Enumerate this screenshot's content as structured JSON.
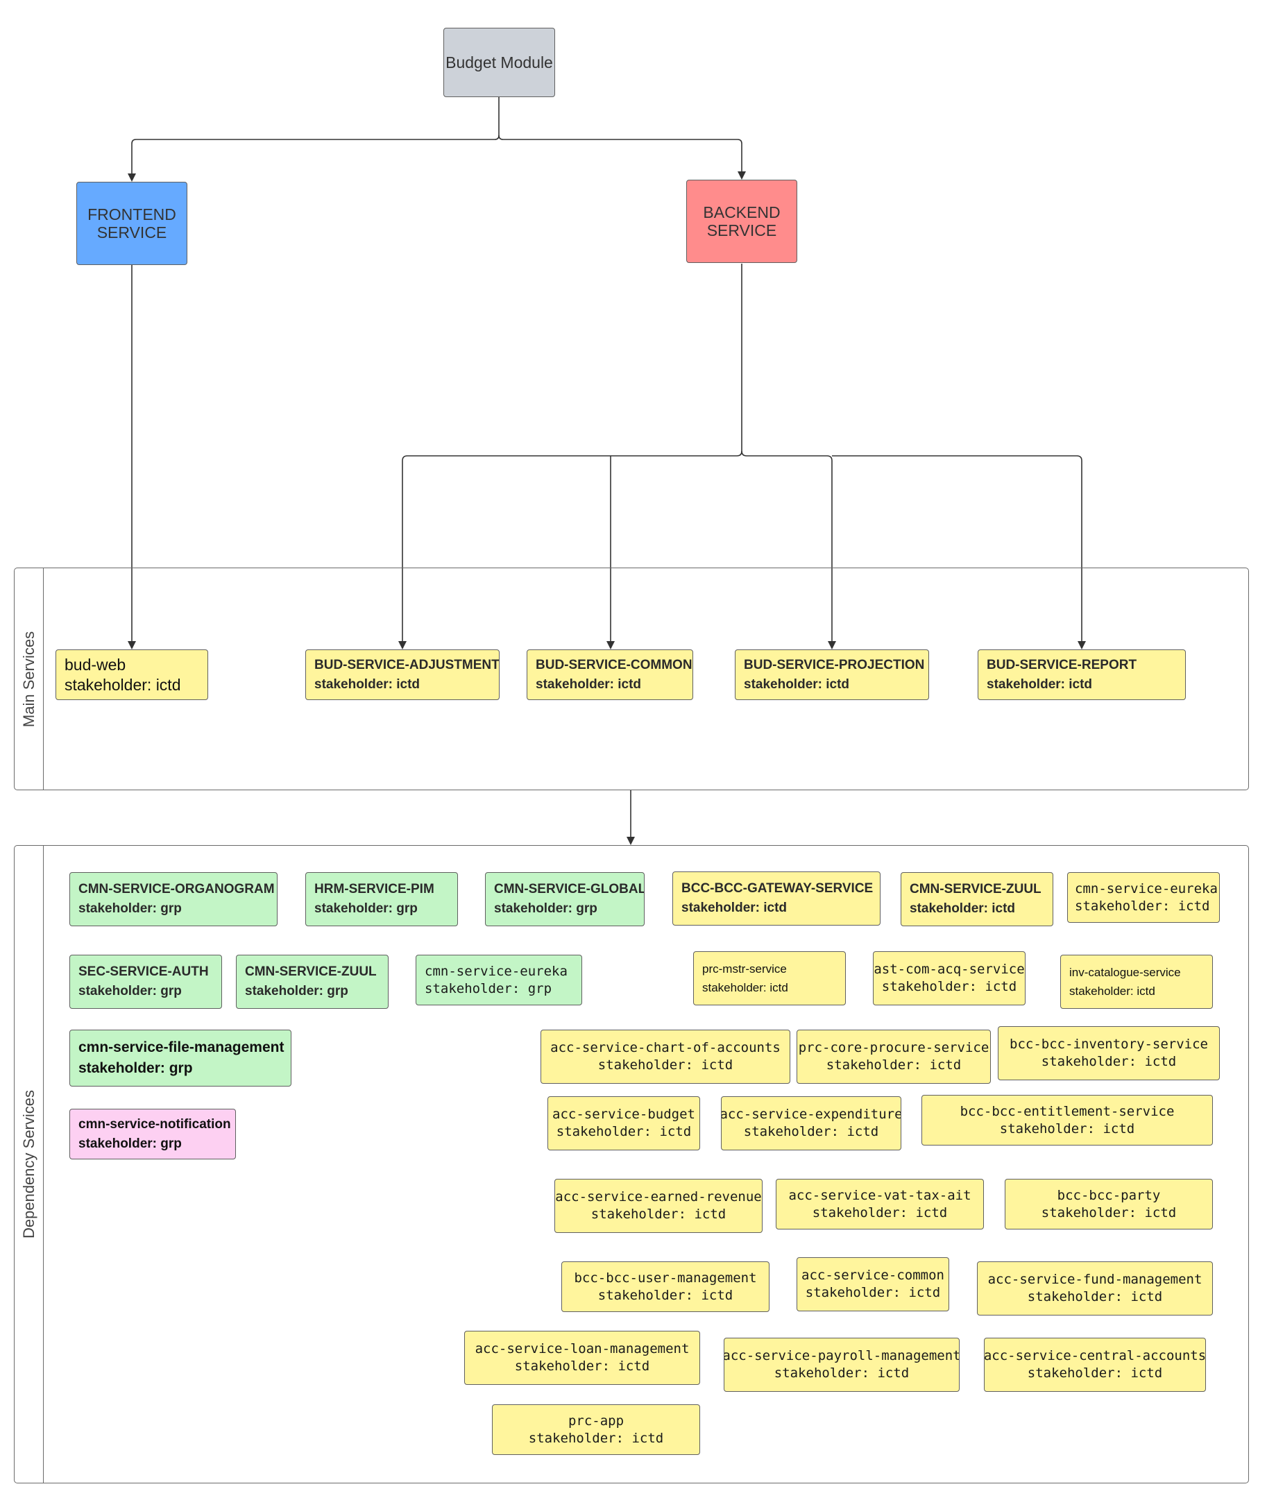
{
  "root": {
    "label": "Budget Module"
  },
  "frontend": {
    "label": "FRONTEND\nSERVICE"
  },
  "backend": {
    "label": "BACKEND\nSERVICE"
  },
  "lanes": {
    "main": "Main Services",
    "dependency": "Dependency Services"
  },
  "main_services": [
    {
      "name": "bud-web",
      "stakeholder": "stakeholder: ictd"
    },
    {
      "name": "BUD-SERVICE-ADJUSTMENT",
      "stakeholder": "stakeholder: ictd"
    },
    {
      "name": "BUD-SERVICE-COMMON",
      "stakeholder": "stakeholder: ictd"
    },
    {
      "name": "BUD-SERVICE-PROJECTION",
      "stakeholder": "stakeholder: ictd"
    },
    {
      "name": "BUD-SERVICE-REPORT",
      "stakeholder": "stakeholder: ictd"
    }
  ],
  "dependency_services": [
    {
      "name": "CMN-SERVICE-ORGANOGRAM",
      "stakeholder": "stakeholder: grp"
    },
    {
      "name": "HRM-SERVICE-PIM",
      "stakeholder": "stakeholder: grp"
    },
    {
      "name": "CMN-SERVICE-GLOBAL",
      "stakeholder": "stakeholder: grp"
    },
    {
      "name": "BCC-BCC-GATEWAY-SERVICE",
      "stakeholder": "stakeholder: ictd"
    },
    {
      "name": "CMN-SERVICE-ZUUL",
      "stakeholder": "stakeholder: ictd"
    },
    {
      "name": "cmn-service-eureka",
      "stakeholder": "stakeholder: ictd"
    },
    {
      "name": "SEC-SERVICE-AUTH",
      "stakeholder": "stakeholder: grp"
    },
    {
      "name": "CMN-SERVICE-ZUUL",
      "stakeholder": "stakeholder: grp"
    },
    {
      "name": "cmn-service-eureka",
      "stakeholder": "stakeholder: grp"
    },
    {
      "name": "prc-mstr-service",
      "stakeholder": "stakeholder: ictd"
    },
    {
      "name": "ast-com-acq-service",
      "stakeholder": "stakeholder: ictd"
    },
    {
      "name": "inv-catalogue-service",
      "stakeholder": "stakeholder: ictd"
    },
    {
      "name": "cmn-service-file-management",
      "stakeholder": "stakeholder: grp"
    },
    {
      "name": "acc-service-chart-of-accounts",
      "stakeholder": "stakeholder: ictd"
    },
    {
      "name": "prc-core-procure-service",
      "stakeholder": "stakeholder: ictd"
    },
    {
      "name": "bcc-bcc-inventory-service",
      "stakeholder": "stakeholder: ictd"
    },
    {
      "name": "cmn-service-notification",
      "stakeholder": "stakeholder: grp"
    },
    {
      "name": "acc-service-budget",
      "stakeholder": "stakeholder: ictd"
    },
    {
      "name": "acc-service-expenditure",
      "stakeholder": "stakeholder: ictd"
    },
    {
      "name": "bcc-bcc-entitlement-service",
      "stakeholder": "stakeholder: ictd"
    },
    {
      "name": "acc-service-earned-revenue",
      "stakeholder": "stakeholder: ictd"
    },
    {
      "name": "acc-service-vat-tax-ait",
      "stakeholder": "stakeholder: ictd"
    },
    {
      "name": "bcc-bcc-party",
      "stakeholder": "stakeholder: ictd"
    },
    {
      "name": "bcc-bcc-user-management",
      "stakeholder": "stakeholder: ictd"
    },
    {
      "name": "acc-service-common",
      "stakeholder": "stakeholder: ictd"
    },
    {
      "name": "acc-service-fund-management",
      "stakeholder": "stakeholder: ictd"
    },
    {
      "name": "acc-service-loan-management",
      "stakeholder": "stakeholder: ictd"
    },
    {
      "name": "acc-service-payroll-management",
      "stakeholder": "stakeholder: ictd"
    },
    {
      "name": "acc-service-central-accounts",
      "stakeholder": "stakeholder: ictd"
    },
    {
      "name": "prc-app",
      "stakeholder": "stakeholder: ictd"
    }
  ],
  "colors": {
    "root": "#cdd2d9",
    "frontend": "#66aaff",
    "backend": "#ff8c8c",
    "ictd": "#fff59d",
    "grp": "#c3f5c6",
    "notification": "#fdd0f2",
    "line": "#333333"
  }
}
